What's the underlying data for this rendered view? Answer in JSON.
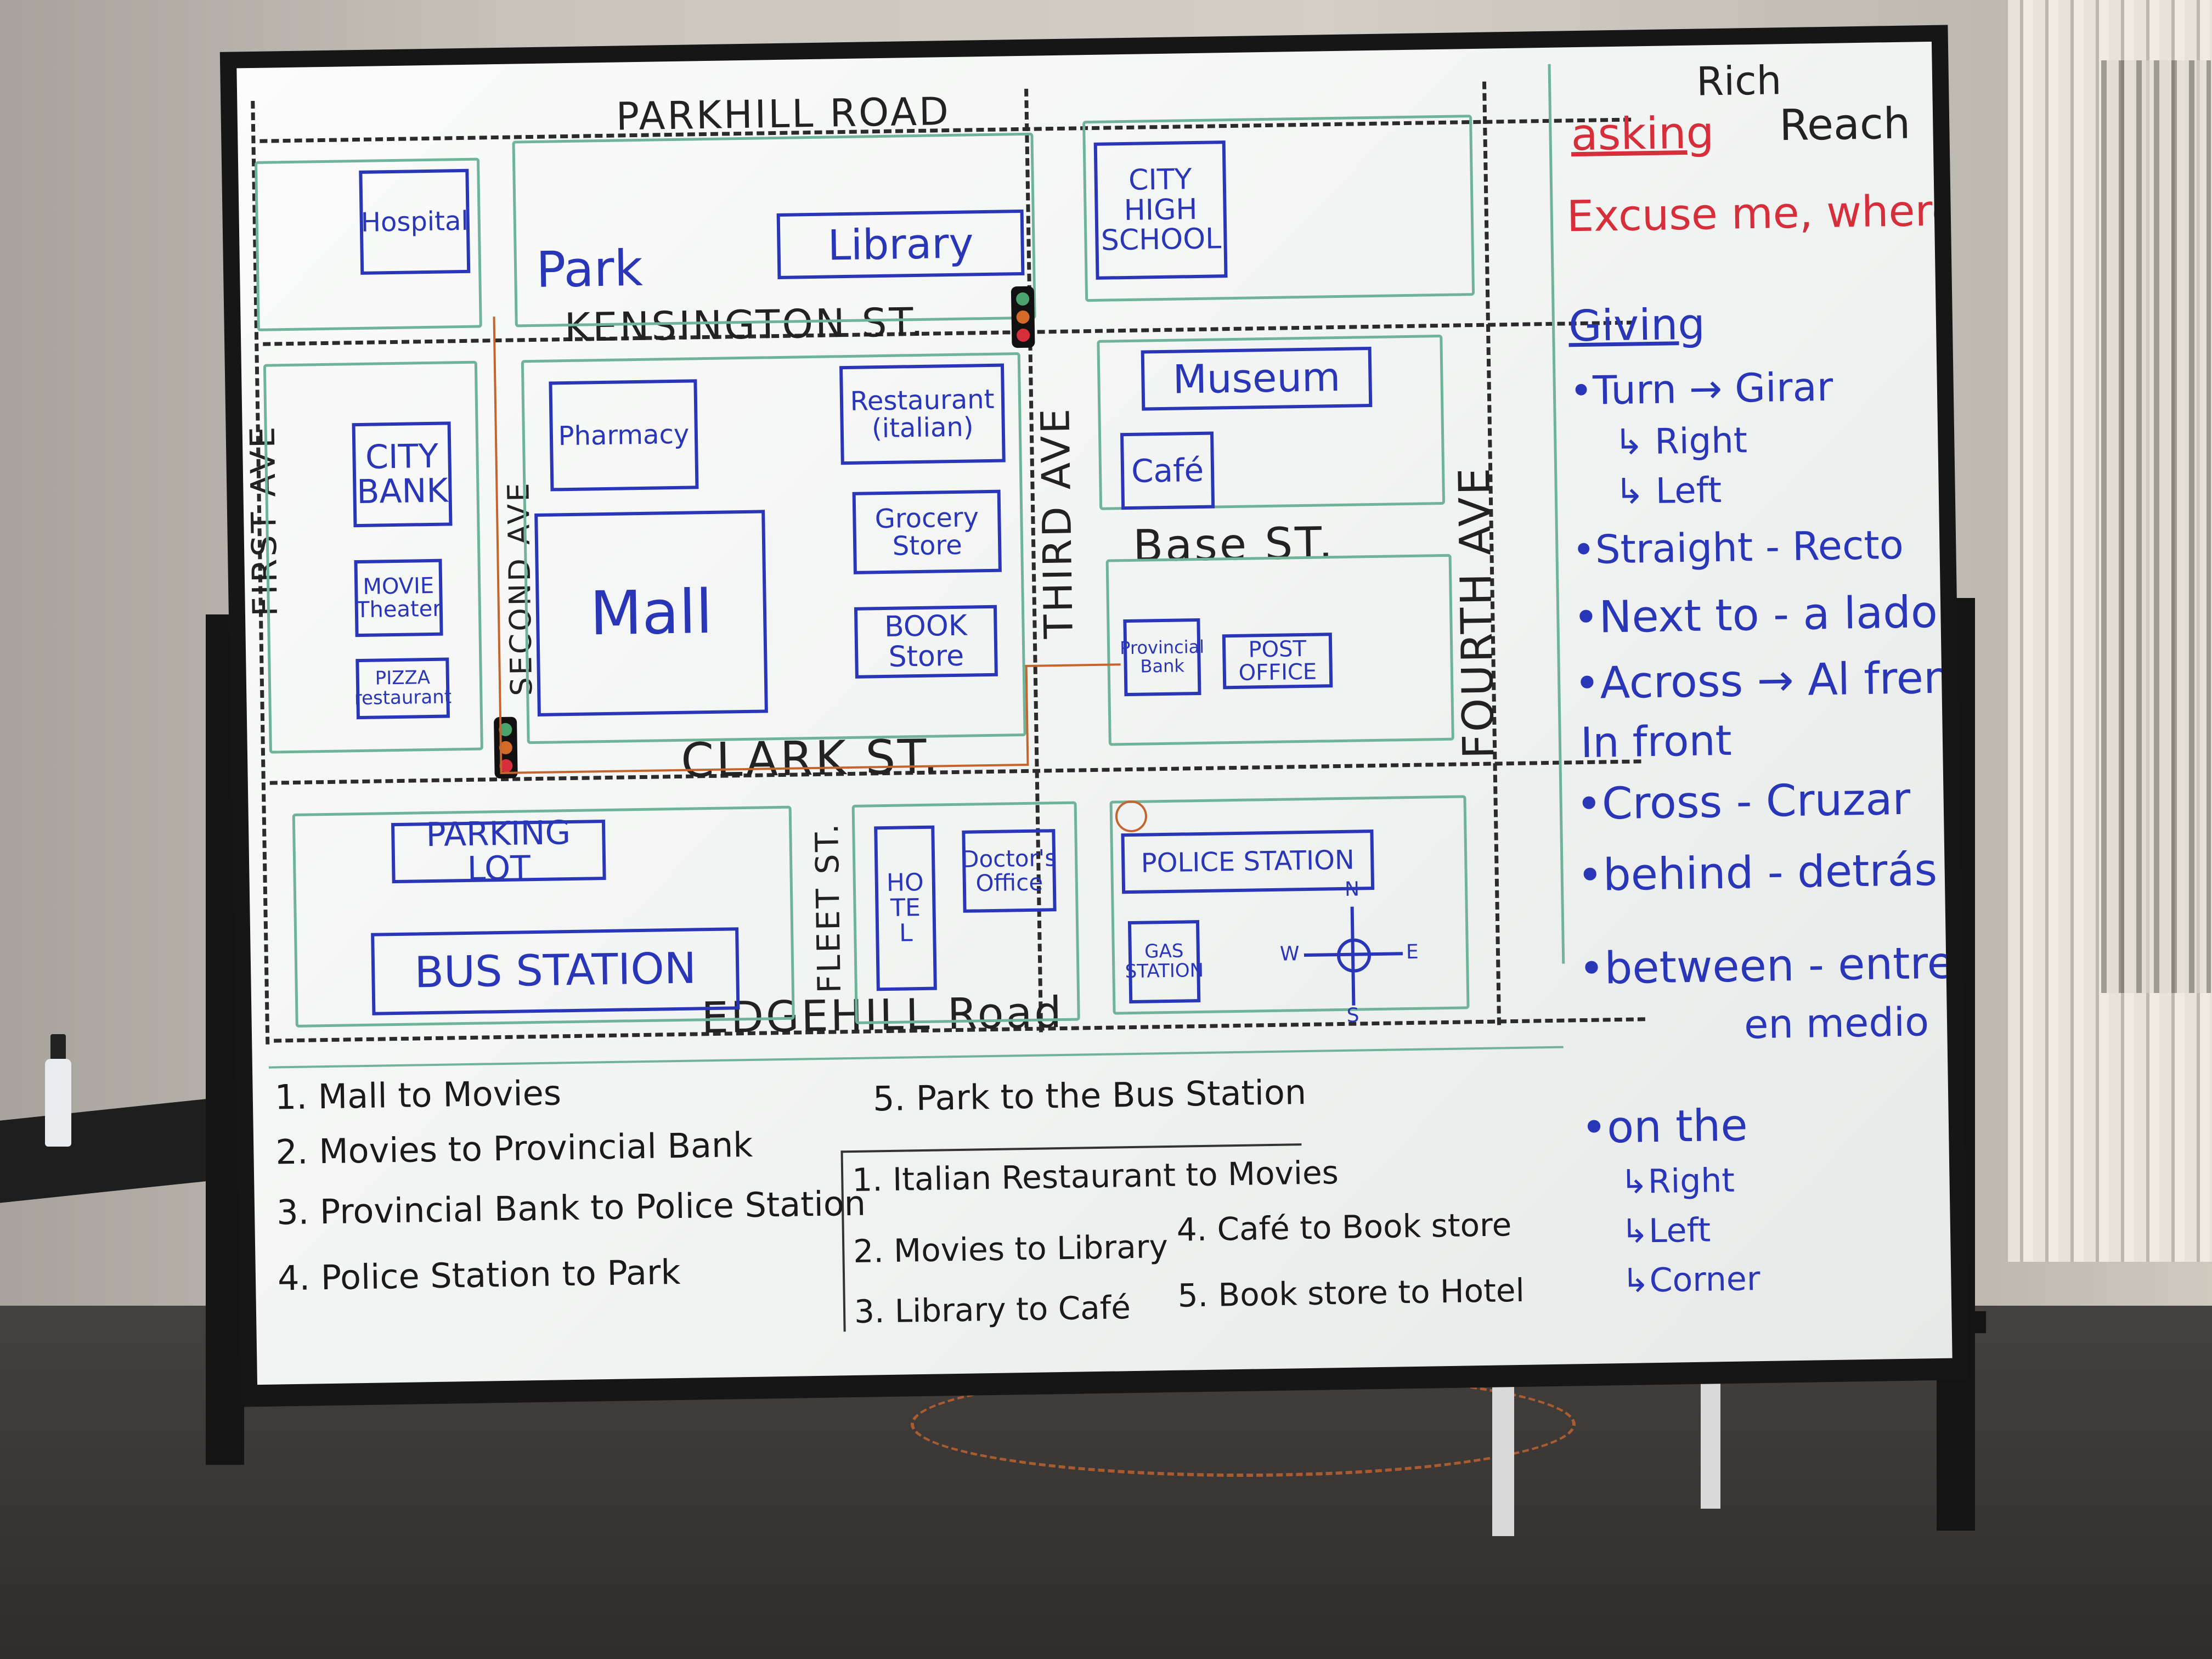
{
  "streets": {
    "parkhill": "PARKHILL ROAD",
    "kensington": "KENSINGTON ST.",
    "clark": "CLARK ST.",
    "edgehill": "EDGEHILL Road",
    "base": "Base ST.",
    "first": "FIRST AVE",
    "second": "SECOND AVE",
    "third": "THIRD AVE",
    "fourth": "FOURTH AVE",
    "fleet": "FLEET ST."
  },
  "places": {
    "hospital": "Hospital",
    "park": "Park",
    "library": "Library",
    "school": "CITY HIGH SCHOOL",
    "city_bank": "CITY BANK",
    "movie": "MOVIE Theater",
    "pizza": "PIZZA restaurant",
    "pharmacy": "Pharmacy",
    "mall": "Mall",
    "restaurant": "Restaurant (italian)",
    "grocery": "Grocery Store",
    "book": "BOOK Store",
    "museum": "Museum",
    "cafe": "Café",
    "prov_bank": "Provincial Bank",
    "post": "POST OFFICE",
    "parking": "PARKING LOT",
    "bus": "BUS STATION",
    "hotel": "HOTEL",
    "doctor": "Doctor's Office",
    "police": "POLICE STATION",
    "gas": "GAS STATION"
  },
  "compass": {
    "n": "N",
    "s": "S",
    "e": "E",
    "w": "W"
  },
  "vocab": {
    "rich": "Rich",
    "asking": "asking",
    "reach": "Reach",
    "excuse": "Excuse me, where is...?",
    "giving": "Giving",
    "turn": "•Turn → Girar",
    "right": "↳ Right",
    "left": "↳ Left",
    "straight": "•Straight - Recto",
    "nextto": "•Next to - a lado",
    "across": "•Across → Al frente",
    "infront": "In front",
    "cross": "•Cross - Cruzar",
    "behind": "•behind - detrás",
    "between": "•between - entre",
    "enmedio": "en medio",
    "onthe": "•on the",
    "onright": "↳Right",
    "onleft": "↳Left",
    "corner": "↳Corner"
  },
  "tasks_left": [
    "1. Mall to Movies",
    "2. Movies to Provincial Bank",
    "3. Provincial Bank to Police Station",
    "4. Police Station to Park"
  ],
  "task5": "5. Park to the Bus Station",
  "tasks_mid": [
    "1. Italian Restaurant to Movies",
    "2. Movies to Library",
    "3. Library to Café"
  ],
  "tasks_right": [
    "4. Café to Book store",
    "5. Book store to Hotel"
  ],
  "colors": {
    "marker_blue": "#2a36b8",
    "marker_green": "#6fb49a",
    "marker_red": "#d62e3a",
    "route_orange": "#c5652e"
  }
}
